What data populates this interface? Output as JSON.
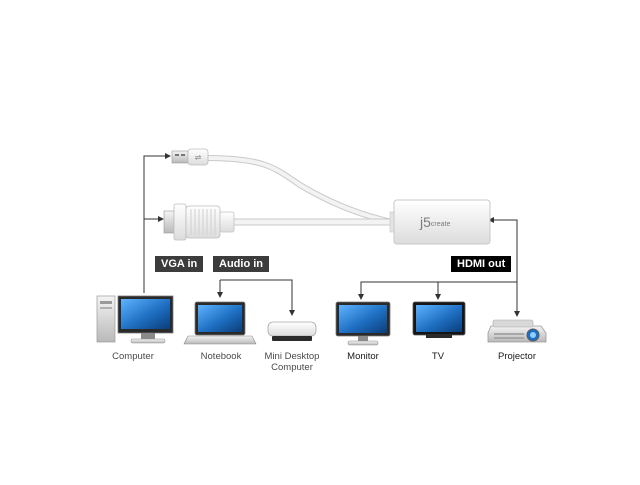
{
  "colors": {
    "wire": "#333333",
    "cable": "#e9e9e9",
    "screen": "#1e6fc2",
    "label_bg_dark": "#3c3c3c",
    "label_bg_black": "#000000"
  },
  "adapter": {
    "brand": "j5",
    "brand_suffix": "create"
  },
  "labels": {
    "vga_in": "VGA in",
    "audio_in": "Audio in",
    "hdmi_out": "HDMI out"
  },
  "devices": {
    "computer": "Computer",
    "notebook": "Notebook",
    "mini_desktop_line1": "Mini Desktop",
    "mini_desktop_line2": "Computer",
    "monitor": "Monitor",
    "tv": "TV",
    "projector": "Projector"
  }
}
